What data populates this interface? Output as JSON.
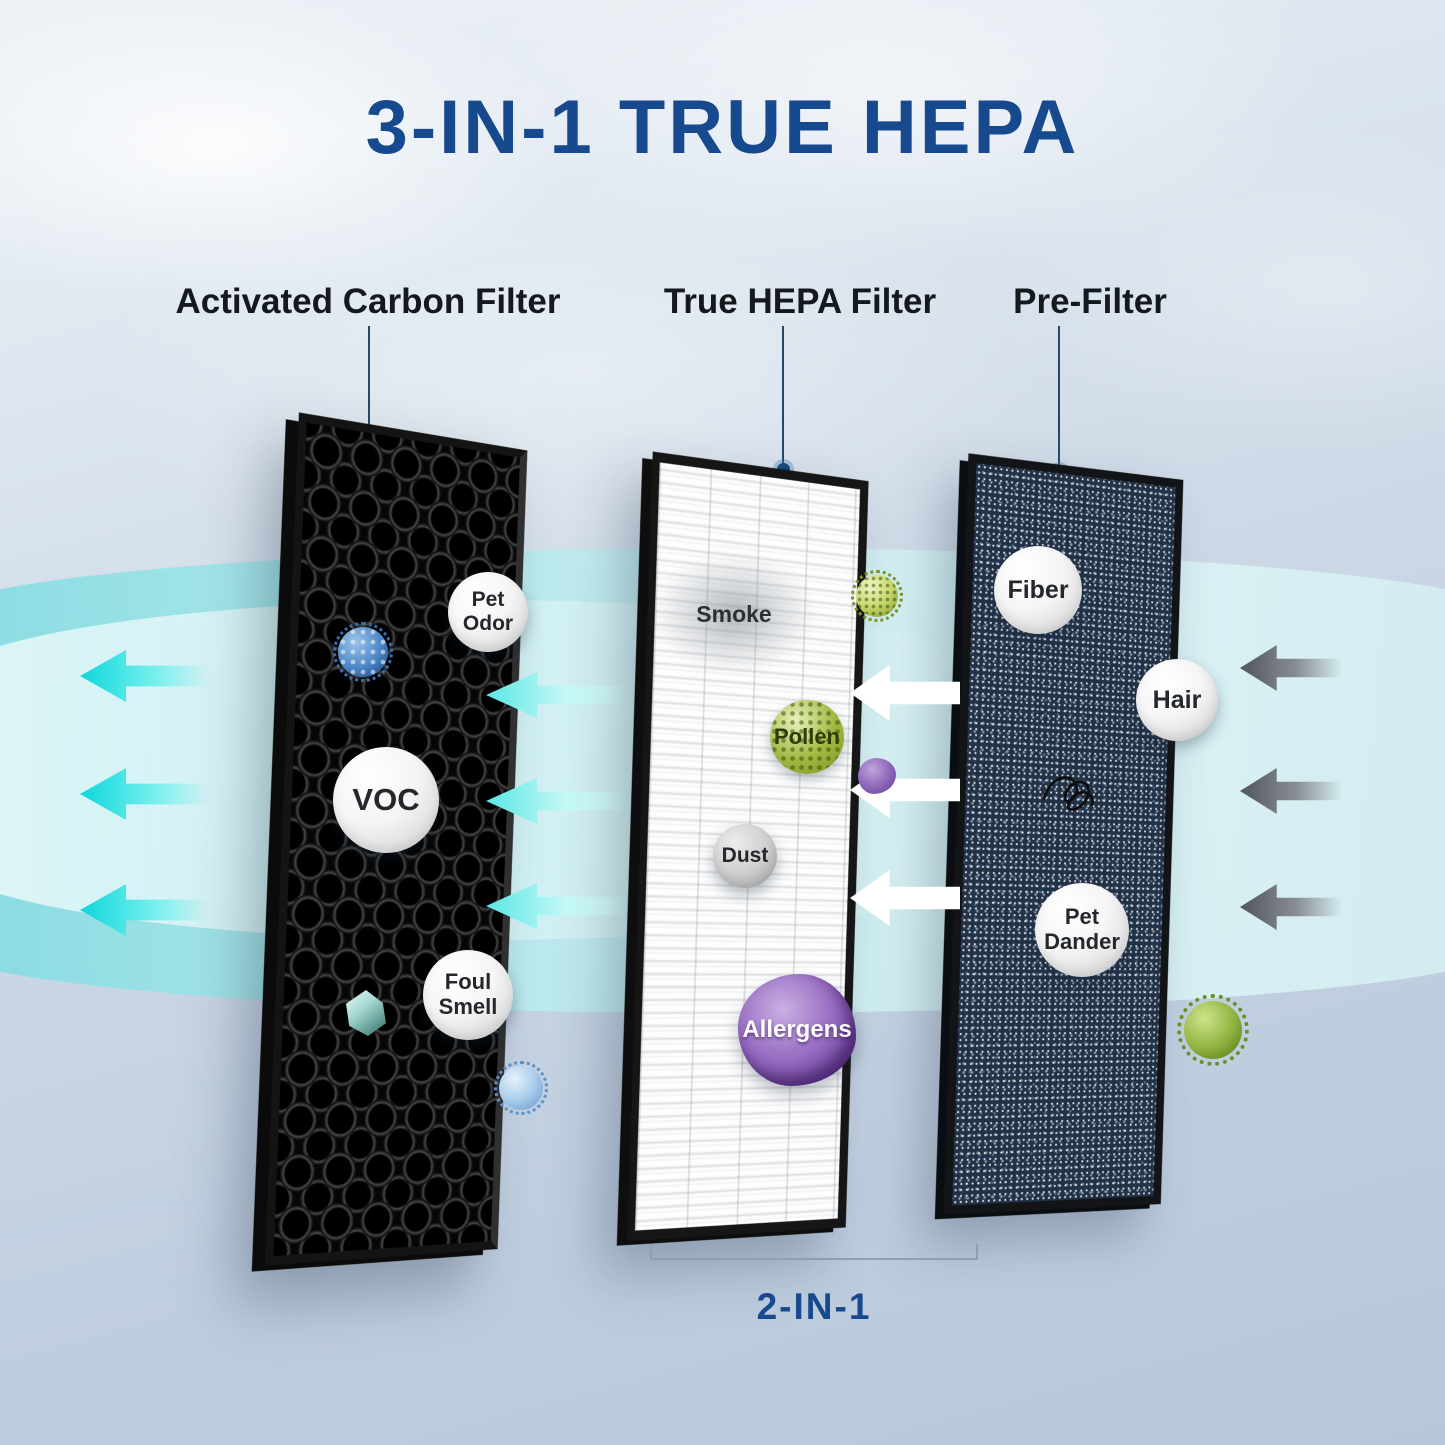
{
  "title": "3-IN-1 TRUE HEPA",
  "filters": {
    "carbon": {
      "label": "Activated Carbon Filter",
      "badges": {
        "pet_odor": "Pet Odor",
        "voc": "VOC",
        "foul_smell": "Foul Smell"
      }
    },
    "hepa": {
      "label": "True HEPA Filter",
      "badges": {
        "smoke": "Smoke",
        "pollen": "Pollen",
        "dust": "Dust",
        "allergens": "Allergens"
      }
    },
    "pre": {
      "label": "Pre-Filter",
      "badges": {
        "fiber": "Fiber",
        "hair": "Hair",
        "pet_dander": "Pet Dander"
      }
    }
  },
  "combo_label": "2-IN-1",
  "colors": {
    "title": "#17498f",
    "label": "#15191e",
    "cyan_arrow": "#12d8de",
    "white_arrow": "#ffffff",
    "gray_arrow": "#565b61",
    "accent_dot": "#144a7e"
  }
}
